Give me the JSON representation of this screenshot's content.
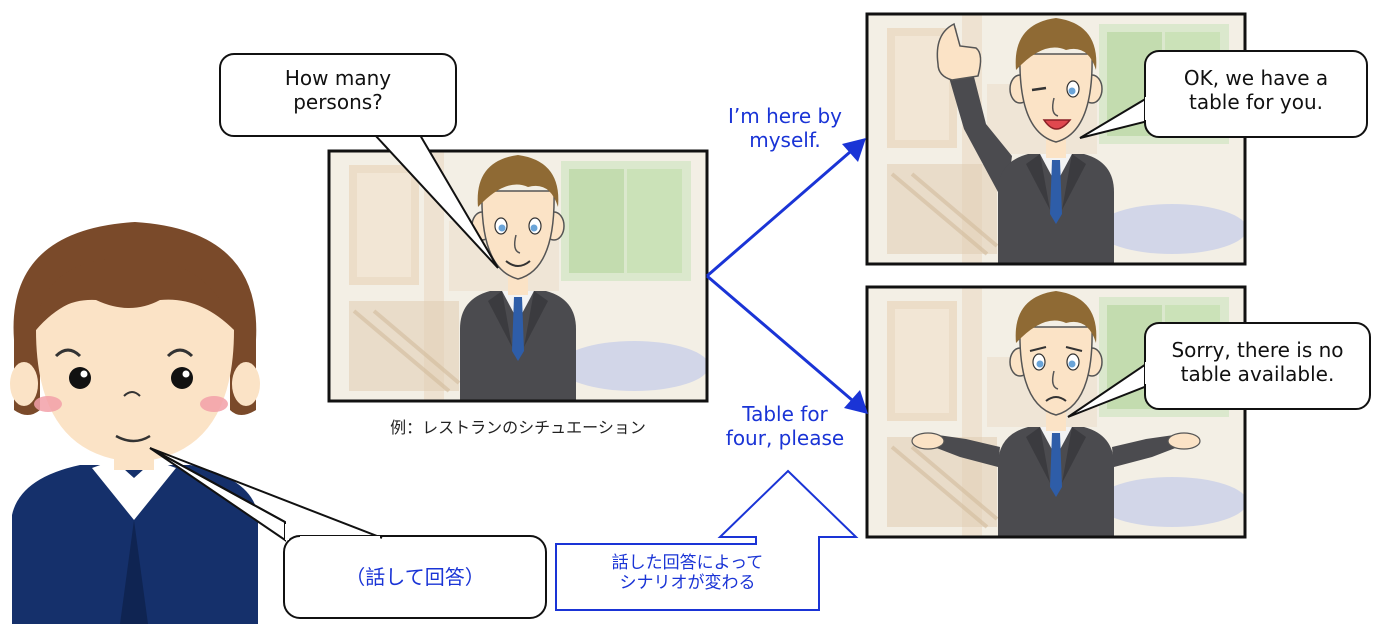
{
  "main_scene": {
    "question_bubble": [
      "How many",
      "persons?"
    ],
    "caption": "例：レストランのシチュエーション"
  },
  "branches": [
    {
      "user_answer": [
        "I’m here by",
        "myself."
      ],
      "reply_bubble": [
        "OK, we have a",
        "table for you."
      ],
      "expression": "thumbs-up-wink"
    },
    {
      "user_answer": [
        "Table for",
        "four, please"
      ],
      "reply_bubble": [
        "Sorry, there is no",
        "table available."
      ],
      "expression": "shrug-apologetic"
    }
  ],
  "user": {
    "speech_bubble": "（話して回答）"
  },
  "note_arrow": [
    "話した回答によって",
    "シナリオが変わる"
  ],
  "colors": {
    "accent_blue": "#1a34d6",
    "frame_border": "#111111",
    "suit": "#4b4b4f",
    "hair": "#8f6a34",
    "skin": "#fbe3c6",
    "blazer": "#15306b"
  }
}
